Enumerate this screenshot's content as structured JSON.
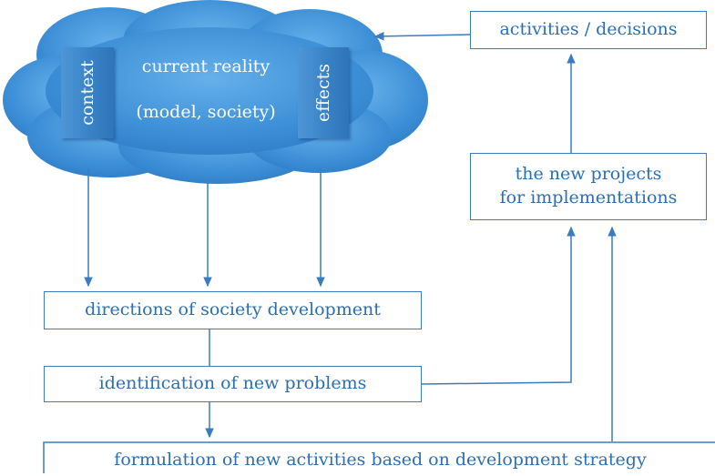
{
  "cloud": {
    "title": "current reality",
    "subtitle": "(model, society)",
    "left_label": "context",
    "right_label": "effects"
  },
  "boxes": {
    "activities": "activities / decisions",
    "projects": "the new projects\nfor implementations",
    "directions": "directions of society development",
    "problems": "identification of new problems",
    "formulation": "formulation of new activities based on development strategy"
  },
  "colors": {
    "cloud_fill": "#3b8ed6",
    "cloud_light": "#5aa6e6",
    "line": "#3a7cc0",
    "text": "#2a6fb4"
  }
}
